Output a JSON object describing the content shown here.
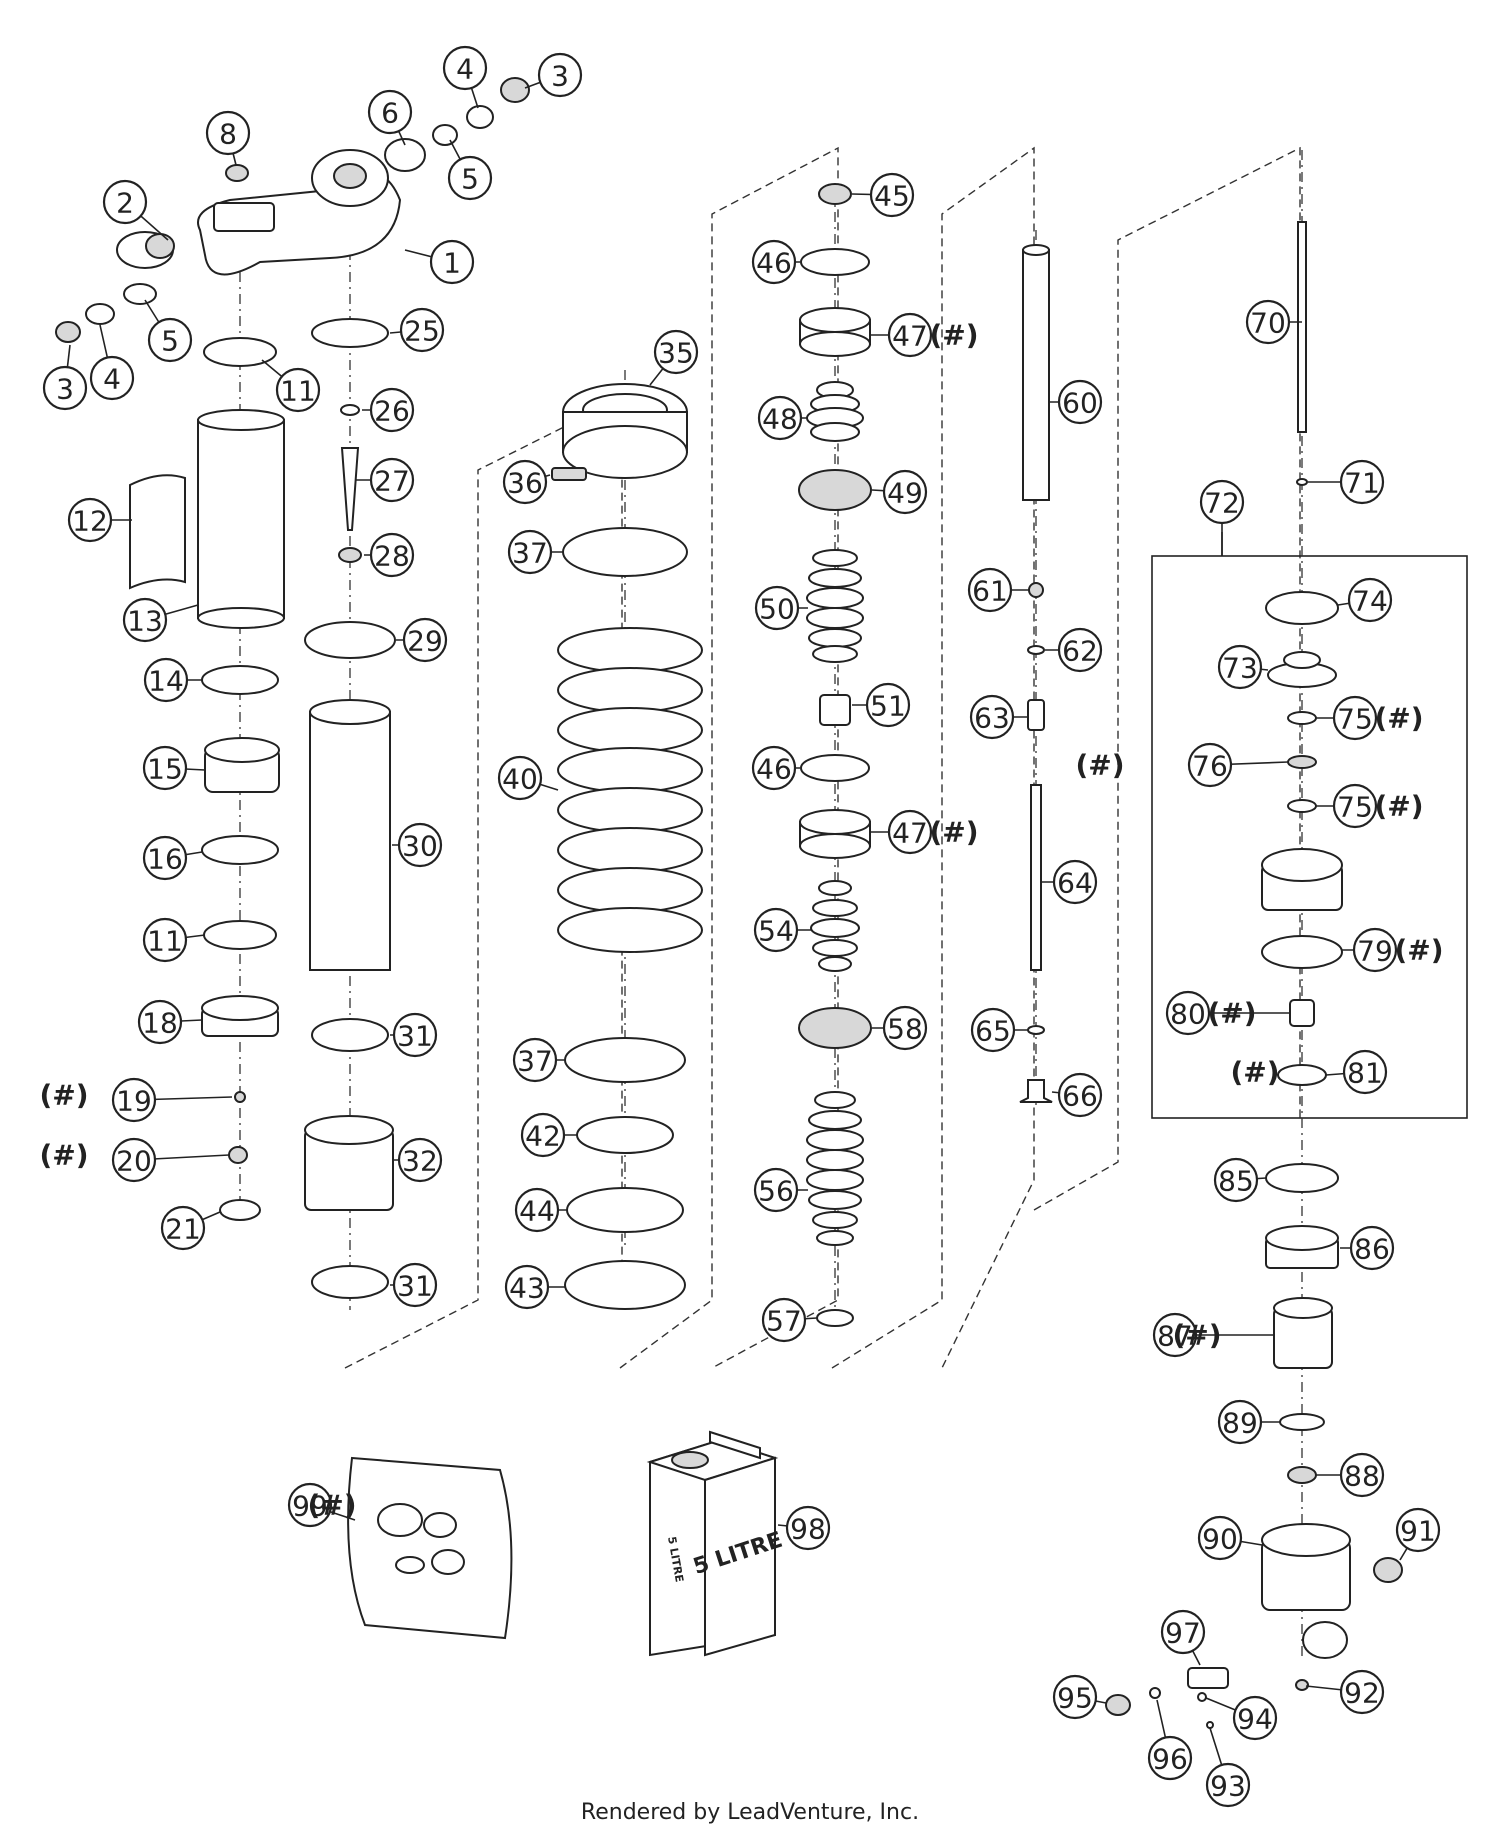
{
  "footer": "Rendered by LeadVenture, Inc.",
  "can_label": "5 LITRE",
  "can_side_label": "5 LITRE",
  "hash_mark": "(#)",
  "callouts": [
    {
      "num": "1"
    },
    {
      "num": "2"
    },
    {
      "num": "3"
    },
    {
      "num": "4"
    },
    {
      "num": "4"
    },
    {
      "num": "3"
    },
    {
      "num": "5"
    },
    {
      "num": "5"
    },
    {
      "num": "6"
    },
    {
      "num": "8"
    },
    {
      "num": "11"
    },
    {
      "num": "11"
    },
    {
      "num": "12"
    },
    {
      "num": "13"
    },
    {
      "num": "14"
    },
    {
      "num": "15"
    },
    {
      "num": "16"
    },
    {
      "num": "18"
    },
    {
      "num": "19",
      "hash": true
    },
    {
      "num": "20",
      "hash": true
    },
    {
      "num": "21"
    },
    {
      "num": "25"
    },
    {
      "num": "26"
    },
    {
      "num": "27"
    },
    {
      "num": "28"
    },
    {
      "num": "29"
    },
    {
      "num": "30"
    },
    {
      "num": "31"
    },
    {
      "num": "32"
    },
    {
      "num": "31"
    },
    {
      "num": "35"
    },
    {
      "num": "36"
    },
    {
      "num": "37"
    },
    {
      "num": "40"
    },
    {
      "num": "37"
    },
    {
      "num": "42"
    },
    {
      "num": "44"
    },
    {
      "num": "43"
    },
    {
      "num": "45"
    },
    {
      "num": "46"
    },
    {
      "num": "47",
      "hash": true
    },
    {
      "num": "48"
    },
    {
      "num": "49"
    },
    {
      "num": "50"
    },
    {
      "num": "51"
    },
    {
      "num": "46"
    },
    {
      "num": "47",
      "hash": true
    },
    {
      "num": "54"
    },
    {
      "num": "58"
    },
    {
      "num": "56"
    },
    {
      "num": "57"
    },
    {
      "num": "60"
    },
    {
      "num": "61"
    },
    {
      "num": "62"
    },
    {
      "num": "63"
    },
    {
      "num": "64"
    },
    {
      "num": "65"
    },
    {
      "num": "66"
    },
    {
      "num": "70"
    },
    {
      "num": "71"
    },
    {
      "num": "72"
    },
    {
      "num": "74"
    },
    {
      "num": "73"
    },
    {
      "num": "75",
      "hash": true
    },
    {
      "num": "76",
      "hash": true
    },
    {
      "num": "75",
      "hash": true
    },
    {
      "num": "79",
      "hash": true
    },
    {
      "num": "80",
      "hash": true
    },
    {
      "num": "81",
      "hash": true
    },
    {
      "num": "85"
    },
    {
      "num": "86"
    },
    {
      "num": "87",
      "hash": true
    },
    {
      "num": "89"
    },
    {
      "num": "88"
    },
    {
      "num": "90"
    },
    {
      "num": "91"
    },
    {
      "num": "97"
    },
    {
      "num": "92"
    },
    {
      "num": "95"
    },
    {
      "num": "94"
    },
    {
      "num": "96"
    },
    {
      "num": "93"
    },
    {
      "num": "98"
    },
    {
      "num": "99",
      "hash": true
    }
  ]
}
